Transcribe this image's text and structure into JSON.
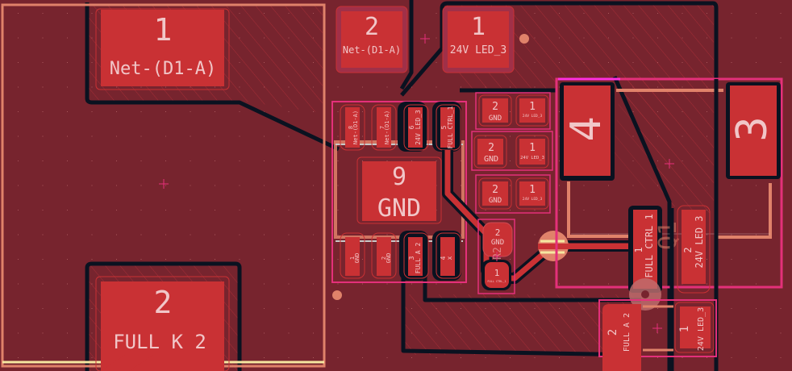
{
  "app": {
    "view": "PCB editor canvas - front copper layer"
  },
  "colors": {
    "background": "#77242e",
    "copper_pad": "#c93134",
    "pad_text": "#f1c6c8",
    "clearance_outline": "#0a1220",
    "courtyard": "#e4307a",
    "selection": "#ff2fe0",
    "silkscreen": "#e0826a",
    "silk_highlight": "#f6e7a0",
    "via": "#e0826a"
  },
  "pads": {
    "big1": {
      "number": "1",
      "net": "Net-(D1-A)"
    },
    "big2": {
      "number": "2",
      "net": "FULL K 2"
    },
    "top2": {
      "number": "2",
      "net": "Net-(D1-A)"
    },
    "top1": {
      "number": "1",
      "net": "24V LED_3"
    },
    "ic8": {
      "number": "8",
      "net": "Net-(D1-A)"
    },
    "ic7": {
      "number": "7",
      "net": "Net-(D1-A)"
    },
    "ic6": {
      "number": "6",
      "net": "24V LED_3"
    },
    "ic5": {
      "number": "5",
      "net": "FULL CTRL_1"
    },
    "ic9": {
      "number": "9",
      "net": "GND"
    },
    "ic1": {
      "number": "1",
      "net": "GND"
    },
    "ic2": {
      "number": "2",
      "net": "GND"
    },
    "ic3": {
      "number": "3",
      "net": "FULL A 2"
    },
    "ic4": {
      "number": "4",
      "net": "x"
    },
    "c1a": {
      "number": "2",
      "net": "GND"
    },
    "c1b": {
      "number": "1",
      "net": "24V LED_3"
    },
    "c2a": {
      "number": "2",
      "net": "GND"
    },
    "c2b": {
      "number": "1",
      "net": "24V LED_3"
    },
    "c3a": {
      "number": "2",
      "net": "GND"
    },
    "c3b": {
      "number": "1",
      "net": "24V LED_3"
    },
    "r2a": {
      "number": "2",
      "net": "GND"
    },
    "r2b": {
      "number": "1",
      "net": "FULL CTRL_1"
    },
    "q4": {
      "number": "4"
    },
    "q3": {
      "number": "3"
    },
    "q1": {
      "number": "1",
      "net": "FULL CTRL 1"
    },
    "q2": {
      "number": "2",
      "net": "24V LED 3"
    },
    "d2": {
      "number": "2",
      "net": "FULL A 2"
    },
    "d1": {
      "number": "1",
      "net": "24V LED_3"
    }
  },
  "refdes": {
    "r2": "R2",
    "q": "Q1"
  }
}
